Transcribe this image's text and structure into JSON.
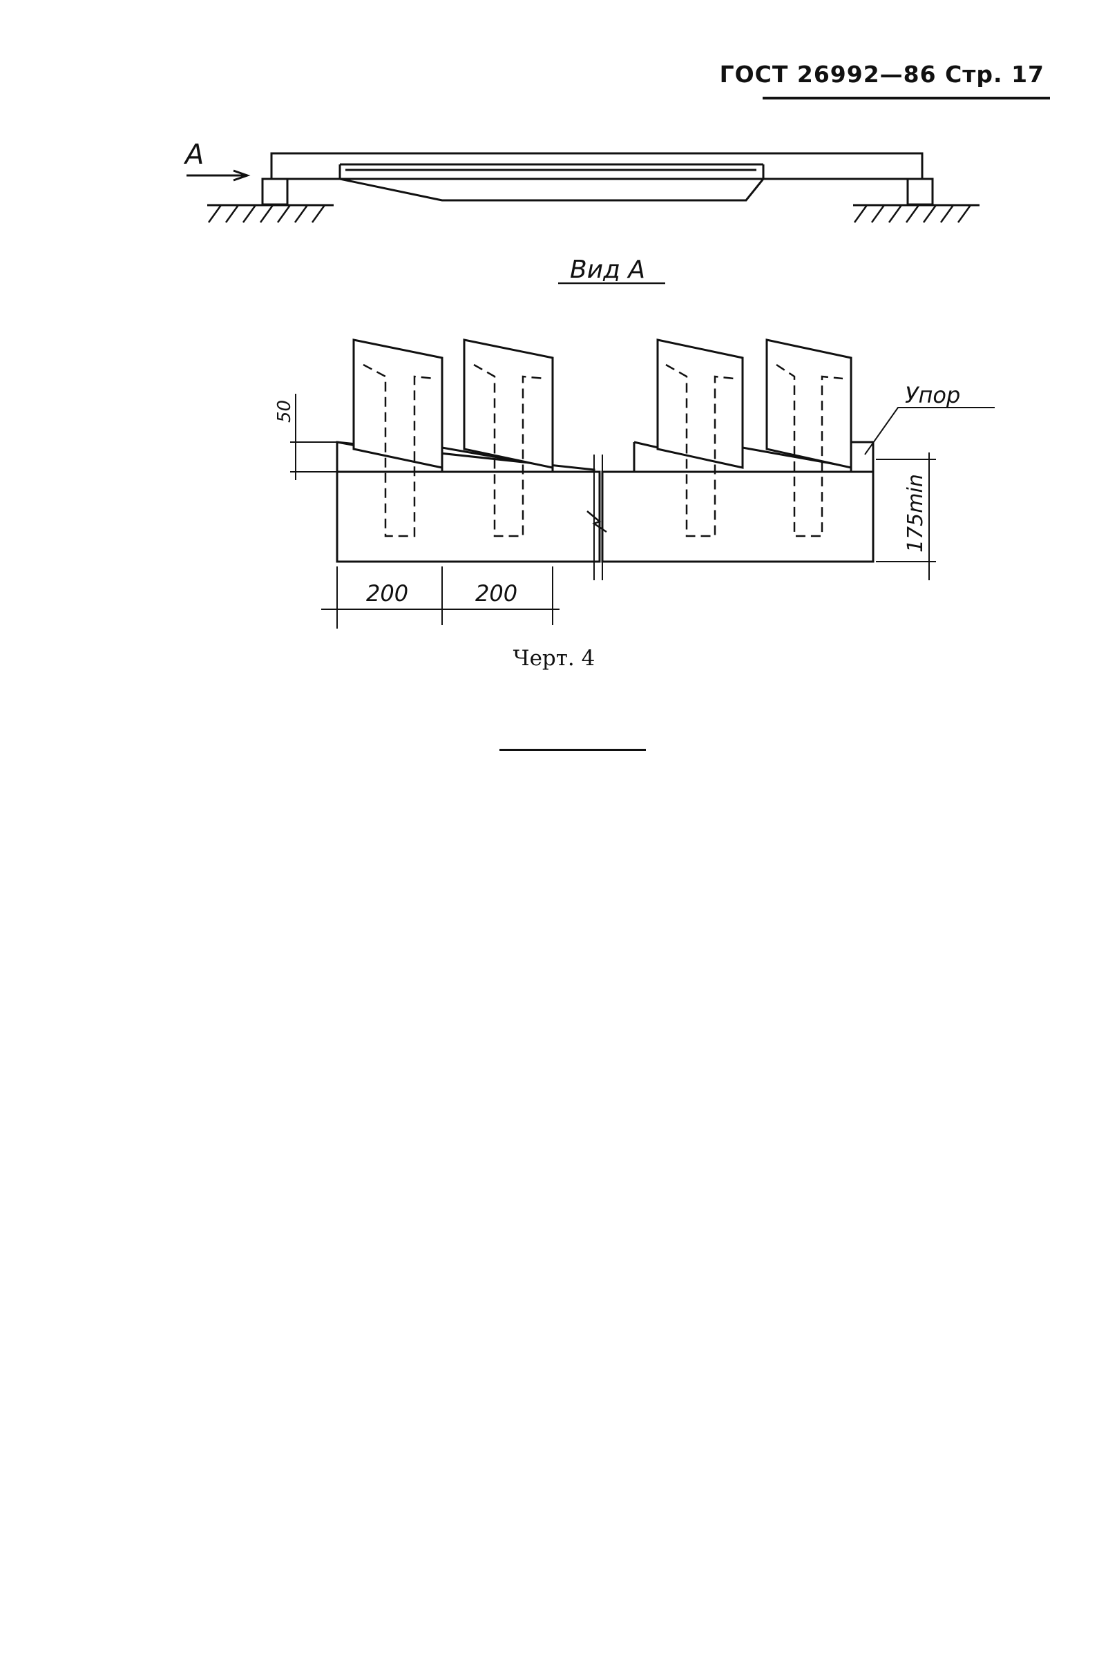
{
  "header": {
    "text": "ГОСТ 26992—86 Стр. 17"
  },
  "drawing": {
    "arrow_label": "А",
    "view_label": "Вид А",
    "stop_label": "Упор",
    "dim_width_1": "200",
    "dim_width_2": "200",
    "dim_gap": "50",
    "dim_height": "175min"
  },
  "caption": "Черт. 4"
}
